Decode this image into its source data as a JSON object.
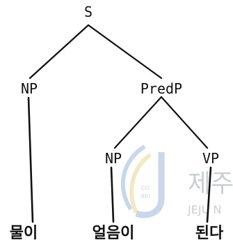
{
  "tree": {
    "root": "S",
    "np_subject": "NP",
    "pred_phrase": "PredP",
    "np_complement": "NP",
    "verb_phrase": "VP"
  },
  "leaves": {
    "subject_word": "물이",
    "complement_word": "얼음이",
    "verb_word": "된다"
  },
  "watermark": {
    "title": "제주",
    "subtitle": "JEJU N",
    "seal_top": "CO",
    "seal_mid": "JEJU",
    "colors": {
      "text": "#c9cfd6",
      "seal_blue": "#9bb6d8",
      "seal_yellow": "#e8d9a0"
    }
  },
  "colors": {
    "line": "#111111",
    "text": "#111111",
    "background": "#ffffff"
  }
}
